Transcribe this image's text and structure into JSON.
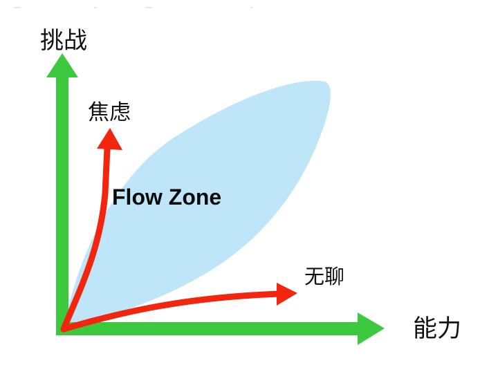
{
  "diagram": {
    "title": "Flow Zone",
    "zone_label": "Flow Zone",
    "axes": {
      "y_label": "挑战",
      "x_label": "能力"
    },
    "states": {
      "anxiety_label": "焦虑",
      "boredom_label": "无聊"
    },
    "colors": {
      "axis": "#3dc93d",
      "state_arrow": "#f2250f",
      "flow_zone": "#bfe6f8",
      "text": "#111111",
      "background": "#ffffff"
    }
  }
}
